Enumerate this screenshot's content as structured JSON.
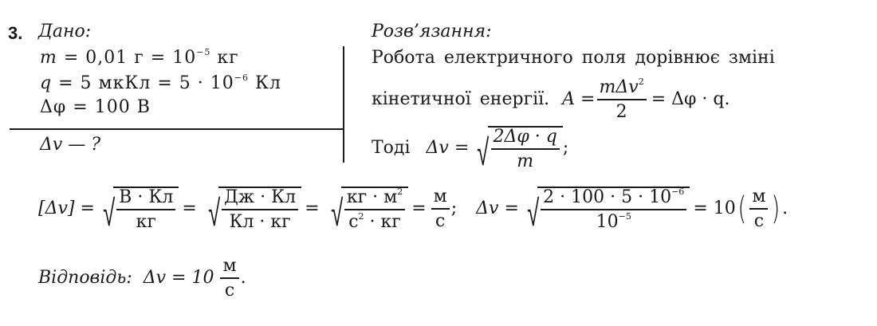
{
  "problem": {
    "number": "3.",
    "given_heading": "Дано:",
    "given": [
      {
        "lhs": "m",
        "text": " = 0,01 г = 10",
        "sup": "−5",
        "unit": " кг"
      },
      {
        "lhs": "q",
        "text": " = 5 мкКл = 5 · 10",
        "sup": "−6",
        "unit": " Кл"
      },
      {
        "lhs": "Δφ",
        "text": " = 100 В"
      }
    ],
    "find": "Δv — ?"
  },
  "solution": {
    "heading": "Розв’язання:",
    "line1": "Робота електричного поля дорівнює зміні",
    "line2_text": "кінетичної енергії.",
    "formula_work": {
      "lhs": "A = ",
      "num": "mΔv",
      "num_sup": "2",
      "den": "2",
      "rhs": "= Δφ · q."
    },
    "then_label": "Тоді",
    "formula_dv": {
      "lhs": "Δv = ",
      "num": "2Δφ · q",
      "den": "m",
      "tail": ";"
    }
  },
  "units_check": {
    "lhs": "[Δv] = ",
    "f1": {
      "num": "В · Кл",
      "den": "кг"
    },
    "f2": {
      "num": "Дж · Кл",
      "den": "Кл · кг"
    },
    "f3": {
      "num": "кг · м",
      "num_sup": "2",
      "den_a": "с",
      "den_sup": "2",
      "den_b": " · кг"
    },
    "f4": {
      "num": "м",
      "den": "с"
    },
    "tail": ";"
  },
  "calc": {
    "lhs": "Δv = ",
    "num": "2 · 100 · 5 · 10",
    "num_sup": "−6",
    "den": "10",
    "den_sup": "−5",
    "result": "= 10",
    "unit_num": "м",
    "unit_den": "с",
    "tail": "."
  },
  "answer": {
    "label": "Відповідь:",
    "lhs": "Δv = 10",
    "unit_num": "м",
    "unit_den": "с",
    "tail": "."
  }
}
